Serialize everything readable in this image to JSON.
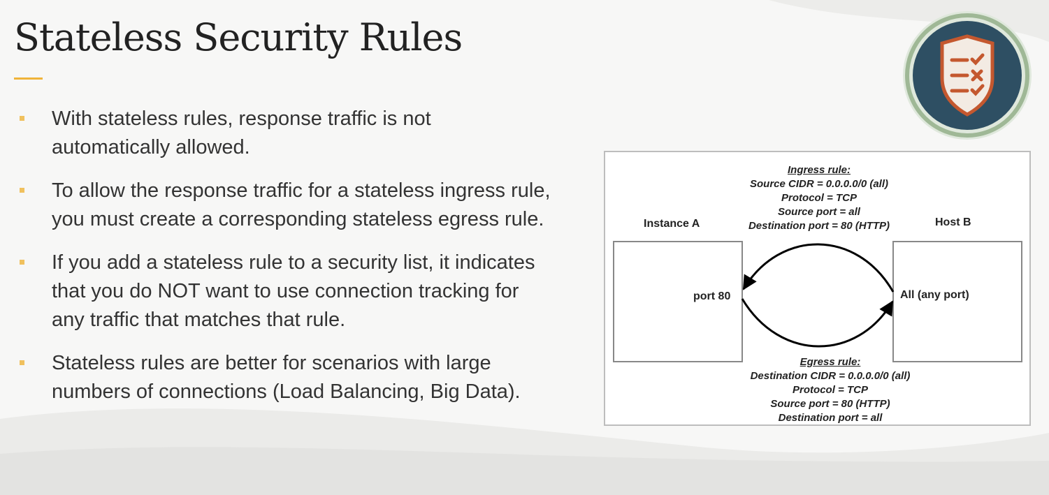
{
  "slide": {
    "title": "Stateless Security Rules",
    "accent_color": "#f0b43a",
    "bullets": [
      "With stateless rules, response traffic is not automatically allowed.",
      "To allow the response traffic for a stateless ingress rule, you must create a corresponding stateless egress rule.",
      "If you add a stateless rule to a security list, it indicates that you do NOT want to use connection tracking for any traffic that matches that rule.",
      "Stateless rules are better for scenarios with large numbers of connections (Load Balancing, Big Data)."
    ],
    "emblem_icon": "shield-checklist-icon"
  },
  "diagram": {
    "instance_a": "Instance A",
    "host_b": "Host B",
    "port_a": "port 80",
    "port_b": "All (any port)",
    "ingress": {
      "heading": "Ingress rule:",
      "lines": [
        "Source CIDR = 0.0.0.0/0 (all)",
        "Protocol = TCP",
        "Source port = all",
        "Destination port = 80 (HTTP)"
      ]
    },
    "egress": {
      "heading": "Egress rule:",
      "lines": [
        "Destination CIDR = 0.0.0.0/0 (all)",
        "Protocol = TCP",
        "Source port = 80 (HTTP)",
        "Destination port = all"
      ]
    }
  }
}
